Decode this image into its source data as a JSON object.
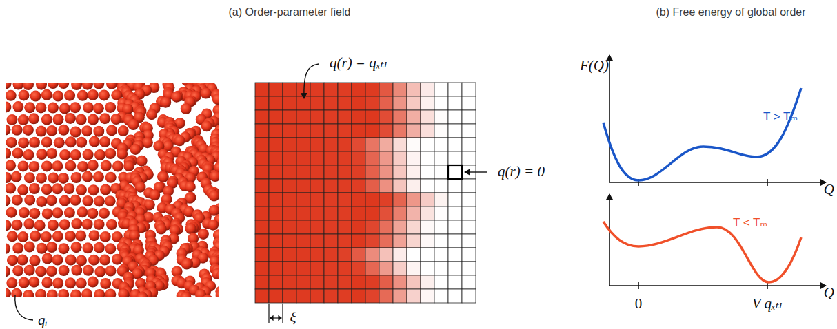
{
  "diagram": {
    "labels": [
      "(a) Order-parameter field",
      "(b) Free energy of global order",
      "qᵢ",
      "q(r) = qₓₜₗ",
      "q(r) = 0",
      "ξ",
      "F(Q)",
      "T > Tₘ",
      "Q",
      "T < Tₘ",
      "Q",
      "0",
      "V qₓₜₗ"
    ]
  }
}
